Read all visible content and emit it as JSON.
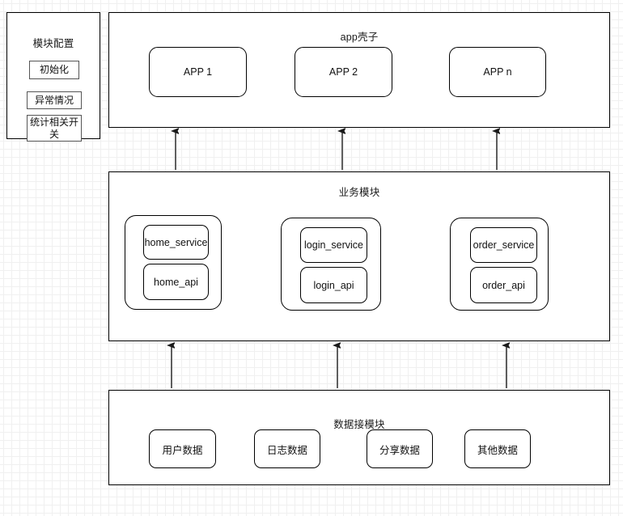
{
  "diagram": {
    "config_panel": {
      "title": "模块配置",
      "items": [
        {
          "label": "初始化"
        },
        {
          "label": "异常情况"
        },
        {
          "label": "统计相关开关"
        }
      ]
    },
    "app_shell": {
      "title": "app壳子",
      "apps": [
        {
          "label": "APP 1"
        },
        {
          "label": "APP 2"
        },
        {
          "label": "APP n"
        }
      ]
    },
    "business_module": {
      "title": "业务模块",
      "groups": [
        {
          "service": "home_service",
          "api": "home_api"
        },
        {
          "service": "login_service",
          "api": "login_api"
        },
        {
          "service": "order_service",
          "api": "order_api"
        }
      ]
    },
    "data_module": {
      "title": "数据接模块",
      "items": [
        {
          "label": "用户数据"
        },
        {
          "label": "日志数据"
        },
        {
          "label": "分享数据"
        },
        {
          "label": "其他数据"
        }
      ]
    },
    "arrows": {
      "count": 6,
      "direction": "up",
      "color": "#4d4d4d",
      "head_color": "#1a1a1a",
      "description": "数据接模块 → 业务模块 → app壳子"
    },
    "colors": {
      "background": "#ffffff",
      "grid_minor": "#f0f0f0",
      "grid_major": "#dcdcdc",
      "stroke": "#000000",
      "config_stroke": "#555555",
      "text": "#111111"
    }
  }
}
